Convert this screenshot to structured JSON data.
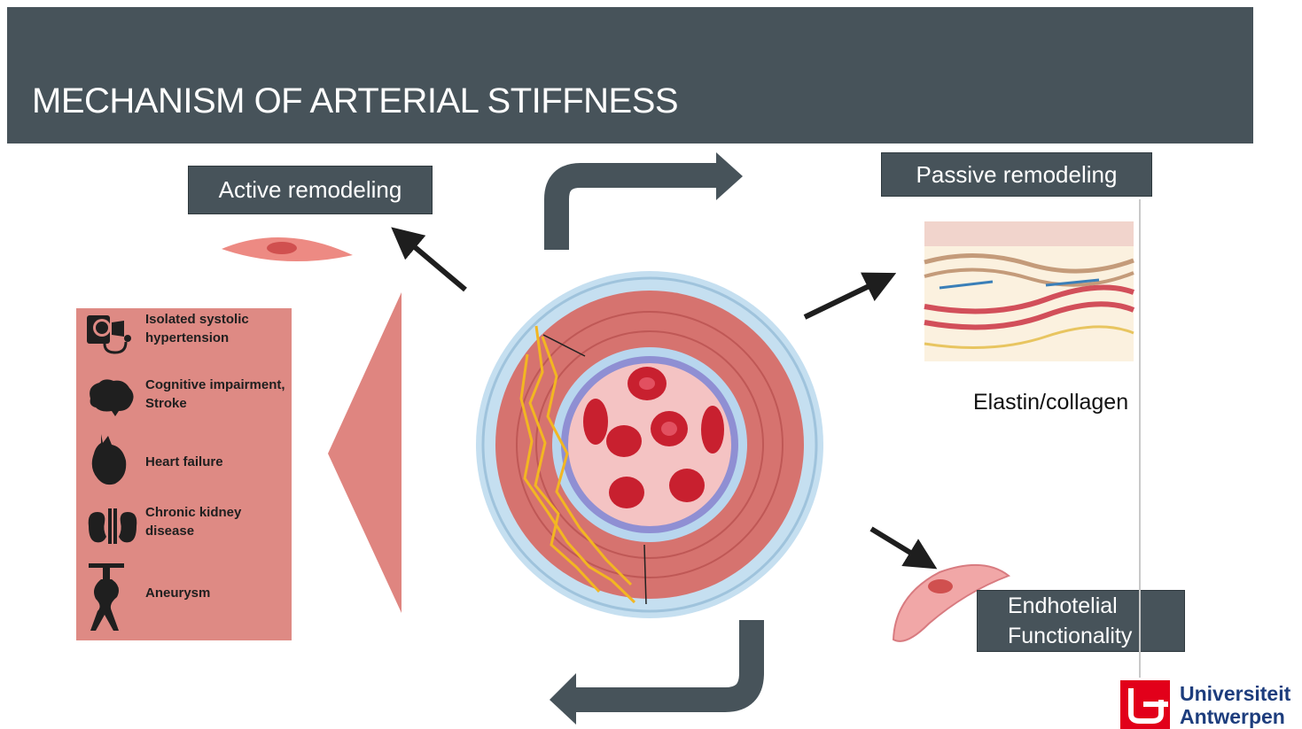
{
  "header": {
    "title": "MECHANISM OF ARTERIAL STIFFNESS"
  },
  "labels": {
    "active_remodeling": "Active remodeling",
    "passive_remodeling": "Passive remodeling",
    "elastin_collagen": "Elastin/collagen",
    "endothelial_line1": "Endhotelial",
    "endothelial_line2": "Functionality"
  },
  "diseases": [
    {
      "line1": "Isolated systolic",
      "line2": "hypertension",
      "icon": "blood-pressure-icon"
    },
    {
      "line1": "Cognitive impairment,",
      "line2": "Stroke",
      "icon": "brain-icon"
    },
    {
      "line1": "Heart failure",
      "line2": "",
      "icon": "heart-icon"
    },
    {
      "line1": "Chronic kidney",
      "line2": "disease",
      "icon": "kidney-icon"
    },
    {
      "line1": "Aneurysm",
      "line2": "",
      "icon": "aorta-icon"
    }
  ],
  "logo": {
    "line1": "Universiteit",
    "line2": "Antwerpen"
  },
  "colors": {
    "header_bg": "#47535a",
    "panel_bg": "#de8a84",
    "artery_media": "#d9716c",
    "adventitia": "#b9d7ea",
    "red_cell": "#c8202f",
    "logo_red": "#e2001a",
    "logo_blue": "#1d3d7d"
  }
}
